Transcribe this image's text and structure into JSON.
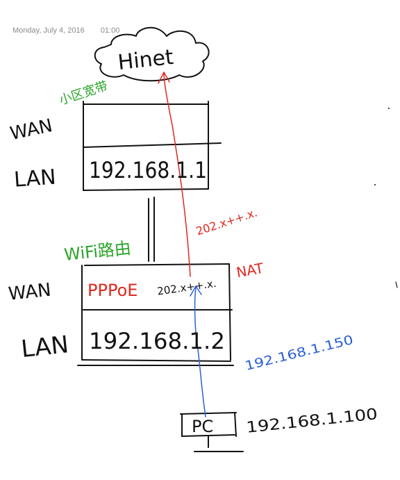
{
  "header": {
    "date": "Monday, July 4, 2016",
    "time": "01:00"
  },
  "cloud_label": "Hinet",
  "top_router": {
    "green_note": "小区宽带",
    "wan_label": "WAN",
    "lan_label": "LAN",
    "lan_ip": "192.168.1.1"
  },
  "wifi_router": {
    "green_note": "WiFi路由",
    "wan_label": "WAN",
    "pppoe_label": "PPPoE",
    "wan_ip": "202.x++.x.",
    "lan_label": "LAN",
    "lan_ip": "192.168.1.2"
  },
  "red_path": {
    "ip_note": "202.x++.x.",
    "nat_label": "NAT"
  },
  "blue_path": {
    "ip_note": "192.168.1.150"
  },
  "pc": {
    "label": "PC",
    "ip": "192.168.1.100"
  },
  "colors": {
    "ink": "#111111",
    "green": "#2aa52a",
    "red": "#e0281e",
    "blue": "#2a5fd8",
    "header": "#8a8a8a"
  }
}
